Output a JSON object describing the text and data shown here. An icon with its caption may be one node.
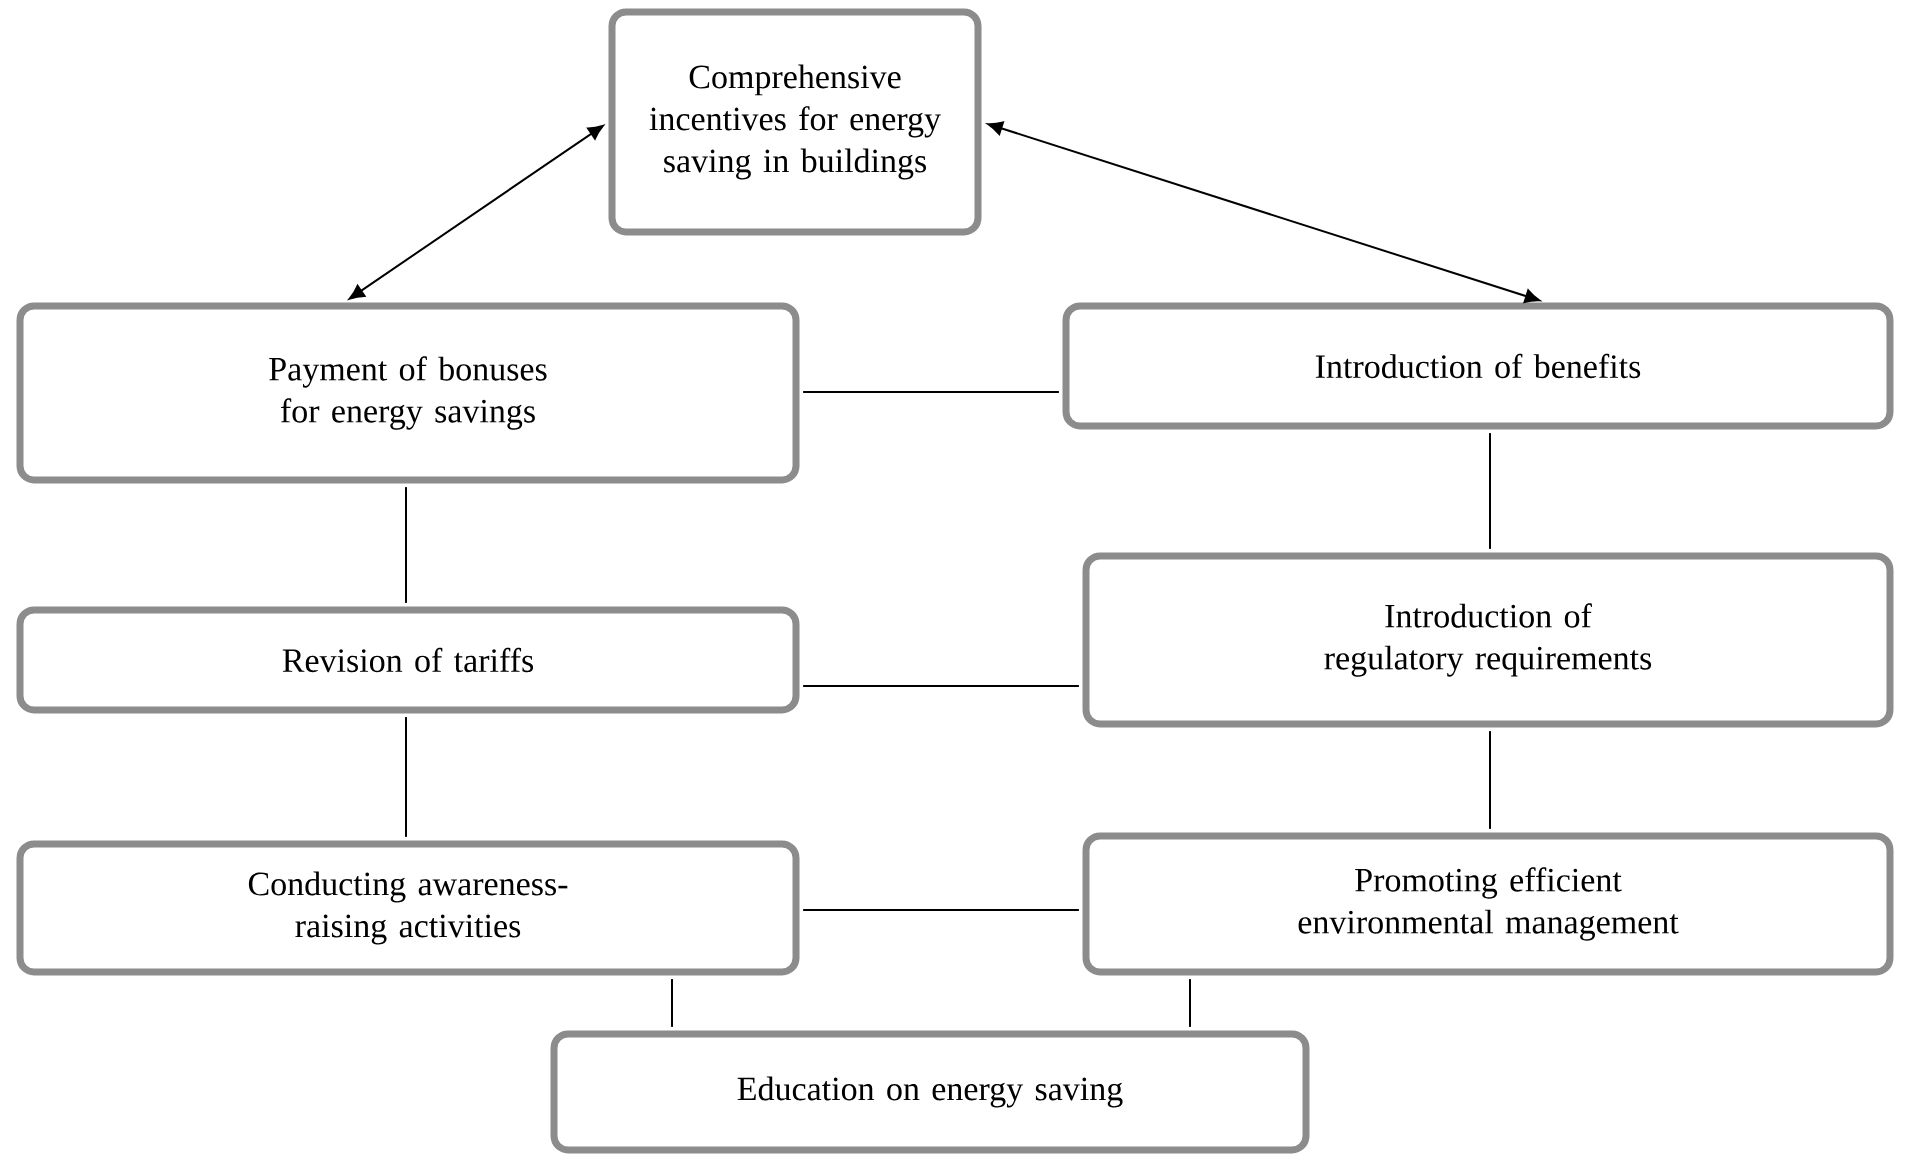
{
  "diagram": {
    "nodes": [
      {
        "text": [
          "Comprehensive incentives for energy saving in buildings"
        ]
      },
      {
        "text": [
          "Payment of bonuses for energy savings"
        ]
      },
      {
        "text": [
          "Introduction of benefits"
        ]
      },
      {
        "text": [
          "Revision of tariffs"
        ]
      },
      {
        "text": [
          "Introduction of regulatory requirements"
        ]
      },
      {
        "text": [
          "Conducting awareness-raising activities"
        ]
      },
      {
        "text": [
          "Promoting efficient environmental management"
        ]
      },
      {
        "text": [
          "Education on energy saving"
        ]
      }
    ],
    "edges": [
      {
        "from": 0,
        "to": 1,
        "arrow": "both"
      },
      {
        "from": 0,
        "to": 2,
        "arrow": "both"
      },
      {
        "from": 1,
        "to": 2,
        "arrow": "none"
      },
      {
        "from": 1,
        "to": 3,
        "arrow": "none"
      },
      {
        "from": 2,
        "to": 4,
        "arrow": "none"
      },
      {
        "from": 3,
        "to": 4,
        "arrow": "none"
      },
      {
        "from": 3,
        "to": 5,
        "arrow": "none"
      },
      {
        "from": 4,
        "to": 6,
        "arrow": "none"
      },
      {
        "from": 5,
        "to": 6,
        "arrow": "none"
      },
      {
        "from": 5,
        "to": 7,
        "arrow": "none"
      },
      {
        "from": 6,
        "to": 7,
        "arrow": "none"
      }
    ]
  }
}
